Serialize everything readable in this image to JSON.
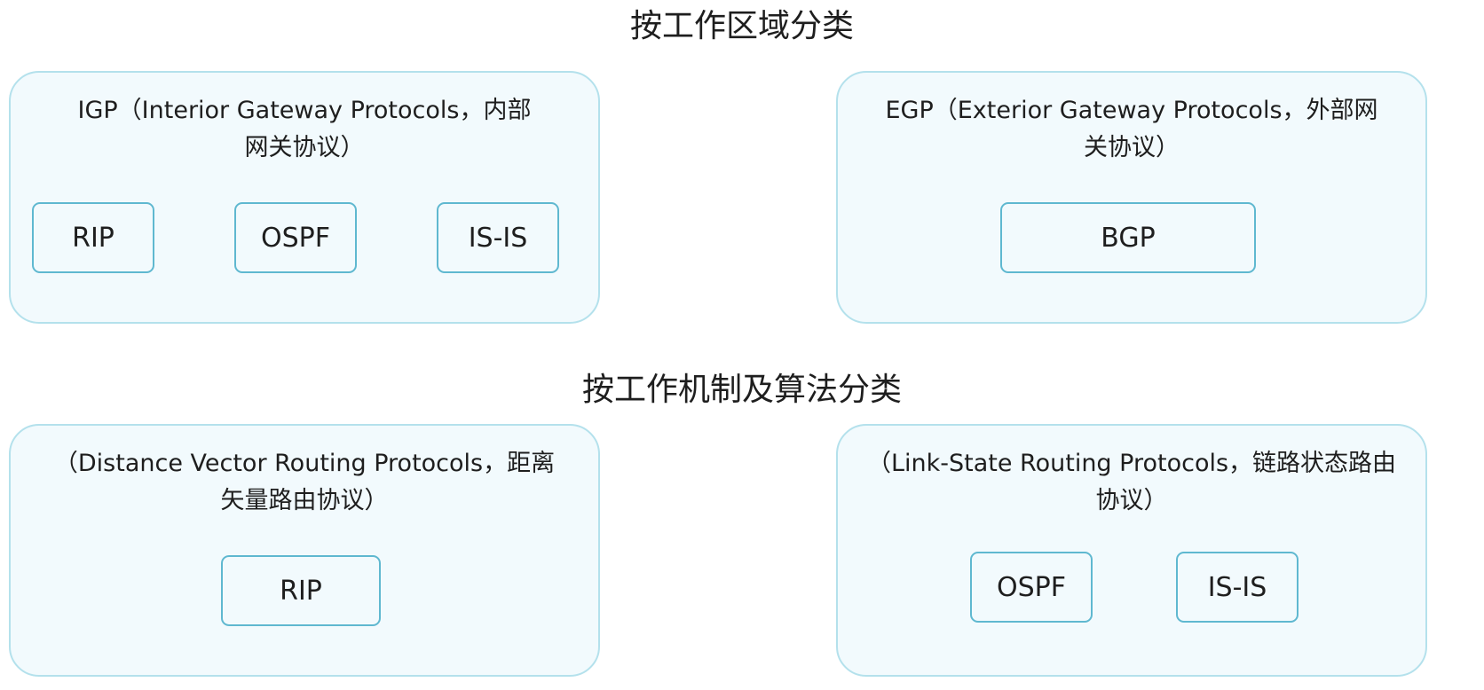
{
  "heading_area": "按工作区域分类",
  "heading_mechanism": "按工作机制及算法分类",
  "panels": {
    "igp": {
      "title": "IGP（Interior Gateway Protocols，内部网关协议）",
      "protocols": [
        "RIP",
        "OSPF",
        "IS-IS"
      ]
    },
    "egp": {
      "title": "EGP（Exterior Gateway Protocols，外部网关协议）",
      "protocols": [
        "BGP"
      ]
    },
    "dv": {
      "title": "（Distance Vector Routing Protocols，距离矢量路由协议）",
      "protocols": [
        "RIP"
      ]
    },
    "ls": {
      "title": "（Link-State Routing Protocols，链路状态路由协议）",
      "protocols": [
        "OSPF",
        "IS-IS"
      ]
    }
  },
  "colors": {
    "panel_fill": "#f2fafd",
    "panel_border": "#b4e1ec",
    "box_border": "#5fb8d0"
  }
}
